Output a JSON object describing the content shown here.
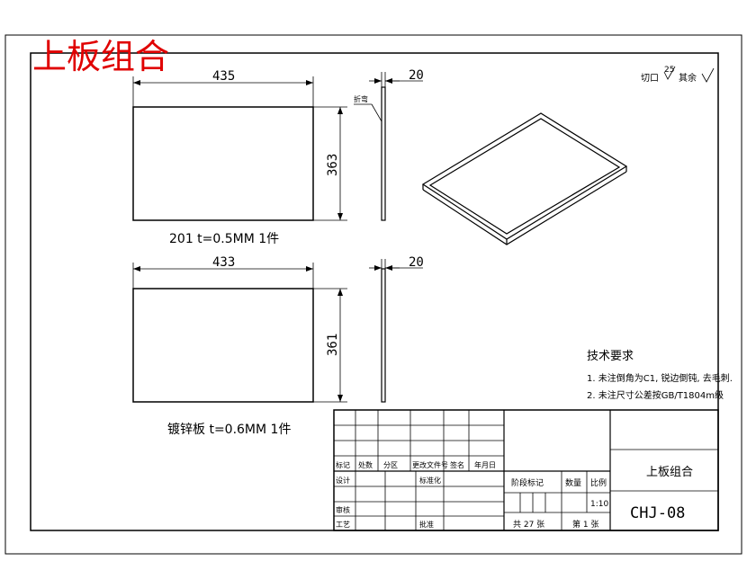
{
  "drawing": {
    "title_red": "上板组合",
    "part1": {
      "width": "435",
      "height": "363",
      "thickness": "20",
      "edge_note": "折弯",
      "caption": "201 t=0.5MM 1件"
    },
    "part2": {
      "width": "433",
      "height": "361",
      "thickness": "20",
      "caption": "镀锌板 t=0.6MM 1件"
    },
    "surface_note": "切口",
    "surface_value": "25",
    "surface_rest": "其余",
    "tech_requirements": {
      "title": "技术要求",
      "items": [
        "1.  未注倒角为C1,  锐边倒钝,  去毛刺.",
        "2.  未注尺寸公差按GB/T1804m级"
      ]
    },
    "title_block": {
      "header_row": [
        "标记",
        "处数",
        "分区",
        "更改文件号",
        "签名",
        "年月日"
      ],
      "design": "设计",
      "standardize": "标准化",
      "review": "审核",
      "process": "工艺",
      "approve": "批准",
      "stage_mark": "阶段标记",
      "weight": "数量",
      "scale_label": "比例",
      "scale_value": "1:10",
      "sheets_total": "共 27 张",
      "sheet_no": "第 1 张",
      "part_name": "上板组合",
      "drawing_number": "CHJ-08"
    }
  }
}
